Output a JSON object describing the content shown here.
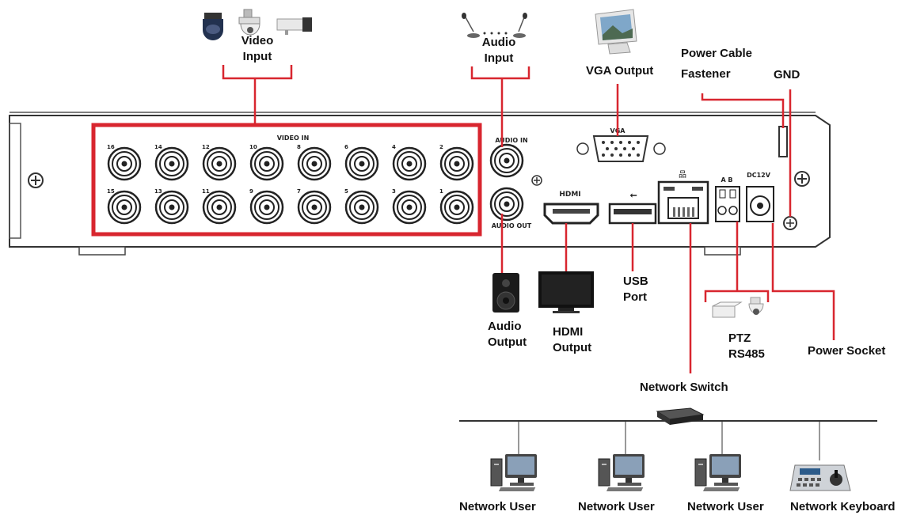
{
  "panel": {
    "video_in_title": "VIDEO IN",
    "audio_in_label": "AUDIO IN",
    "audio_out_label": "AUDIO OUT",
    "vga_label": "VGA",
    "hdmi_label": "HDMI",
    "ptz_port_label": "A  B",
    "power_port_label": "DC12V",
    "bnc_top_numbers": [
      "16",
      "14",
      "12",
      "10",
      "8",
      "6",
      "4",
      "2"
    ],
    "bnc_bottom_numbers": [
      "15",
      "13",
      "11",
      "9",
      "7",
      "5",
      "3",
      "1"
    ]
  },
  "labels": {
    "video_input_1": "Video",
    "video_input_2": "Input",
    "audio_input_1": "Audio",
    "audio_input_2": "Input",
    "vga_output": "VGA Output",
    "power_cable_1": "Power Cable",
    "power_cable_2": "Fastener",
    "gnd": "GND",
    "audio_output_1": "Audio",
    "audio_output_2": "Output",
    "hdmi_output_1": "HDMI",
    "hdmi_output_2": "Output",
    "usb_port_1": "USB",
    "usb_port_2": "Port",
    "ptz_1": "PTZ",
    "ptz_2": "RS485",
    "power_socket": "Power Socket",
    "network_switch": "Network Switch",
    "network_user_1": "Network User",
    "network_user_2": "Network User",
    "network_user_3": "Network User",
    "network_keyboard": "Network Keyboard"
  },
  "colors": {
    "accent": "#d8262f",
    "panel_stroke": "#333333"
  },
  "icons": [
    "dome-camera-icon",
    "speed-dome-icon",
    "box-camera-icon",
    "microphone-icon",
    "monitor-icon",
    "speaker-icon",
    "tv-icon",
    "ptz-camera-icon",
    "network-switch-icon",
    "computer-icon",
    "keyboard-controller-icon"
  ]
}
